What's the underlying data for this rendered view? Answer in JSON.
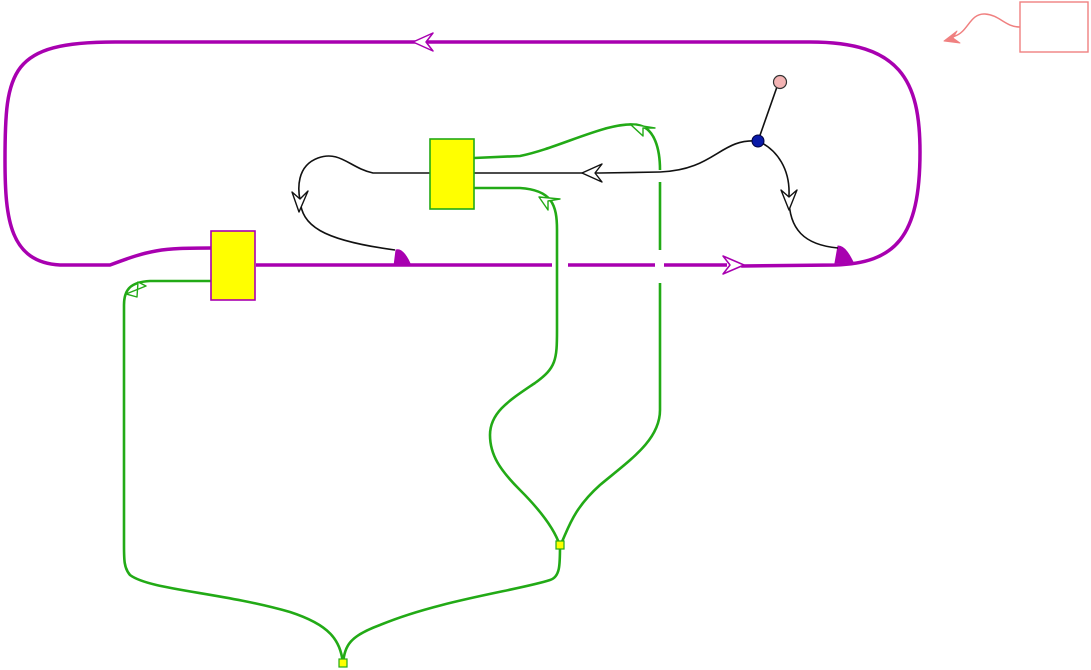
{
  "diagram": {
    "kind": "pathway-diagram",
    "text_labels": [],
    "colors": {
      "background": "#ffffff",
      "main_loop": "#a800b0",
      "control_links": "#22aa16",
      "secondary_flow": "#111111",
      "node_fill": "#ffff00",
      "junction_dot": "#0a1aa8",
      "terminal_dot": "#f4b4b4",
      "legend_box": "#f08080"
    },
    "nodes": [
      {
        "id": "process-node-left",
        "shape": "rectangle",
        "fill": "#ffff00",
        "border": "#a800b0"
      },
      {
        "id": "process-node-upper",
        "shape": "rectangle",
        "fill": "#ffff00",
        "border": "#22aa16"
      },
      {
        "id": "junction-node",
        "shape": "circle",
        "fill": "#0a1aa8"
      },
      {
        "id": "terminal-node",
        "shape": "circle",
        "fill": "#f4b4b4"
      },
      {
        "id": "control-junction-lower",
        "shape": "small-square",
        "fill": "#ffff00"
      },
      {
        "id": "control-junction-mid",
        "shape": "small-square",
        "fill": "#ffff00"
      },
      {
        "id": "legend-box",
        "shape": "rectangle",
        "fill": "#ffffff",
        "border": "#f08080"
      }
    ],
    "edges": [
      {
        "id": "main-loop-top-edge",
        "color": "#a800b0",
        "arrow": "open-left"
      },
      {
        "id": "main-loop-bottom-edge",
        "color": "#a800b0",
        "arrow": "open-right"
      },
      {
        "id": "secondary-flow-edge",
        "color": "#111111",
        "arrow": "open-left"
      },
      {
        "id": "secondary-flow-left-branch",
        "color": "#111111",
        "arrow": "open-down"
      },
      {
        "id": "secondary-flow-right-branch",
        "color": "#111111",
        "arrow": "open-down"
      },
      {
        "id": "control-link-left",
        "color": "#22aa16",
        "arrow": "open"
      },
      {
        "id": "control-link-mid",
        "color": "#22aa16",
        "arrow": "open"
      },
      {
        "id": "control-link-right",
        "color": "#22aa16",
        "arrow": "open"
      },
      {
        "id": "legend-squiggle",
        "color": "#f08080",
        "arrow": "filled-left"
      }
    ]
  }
}
